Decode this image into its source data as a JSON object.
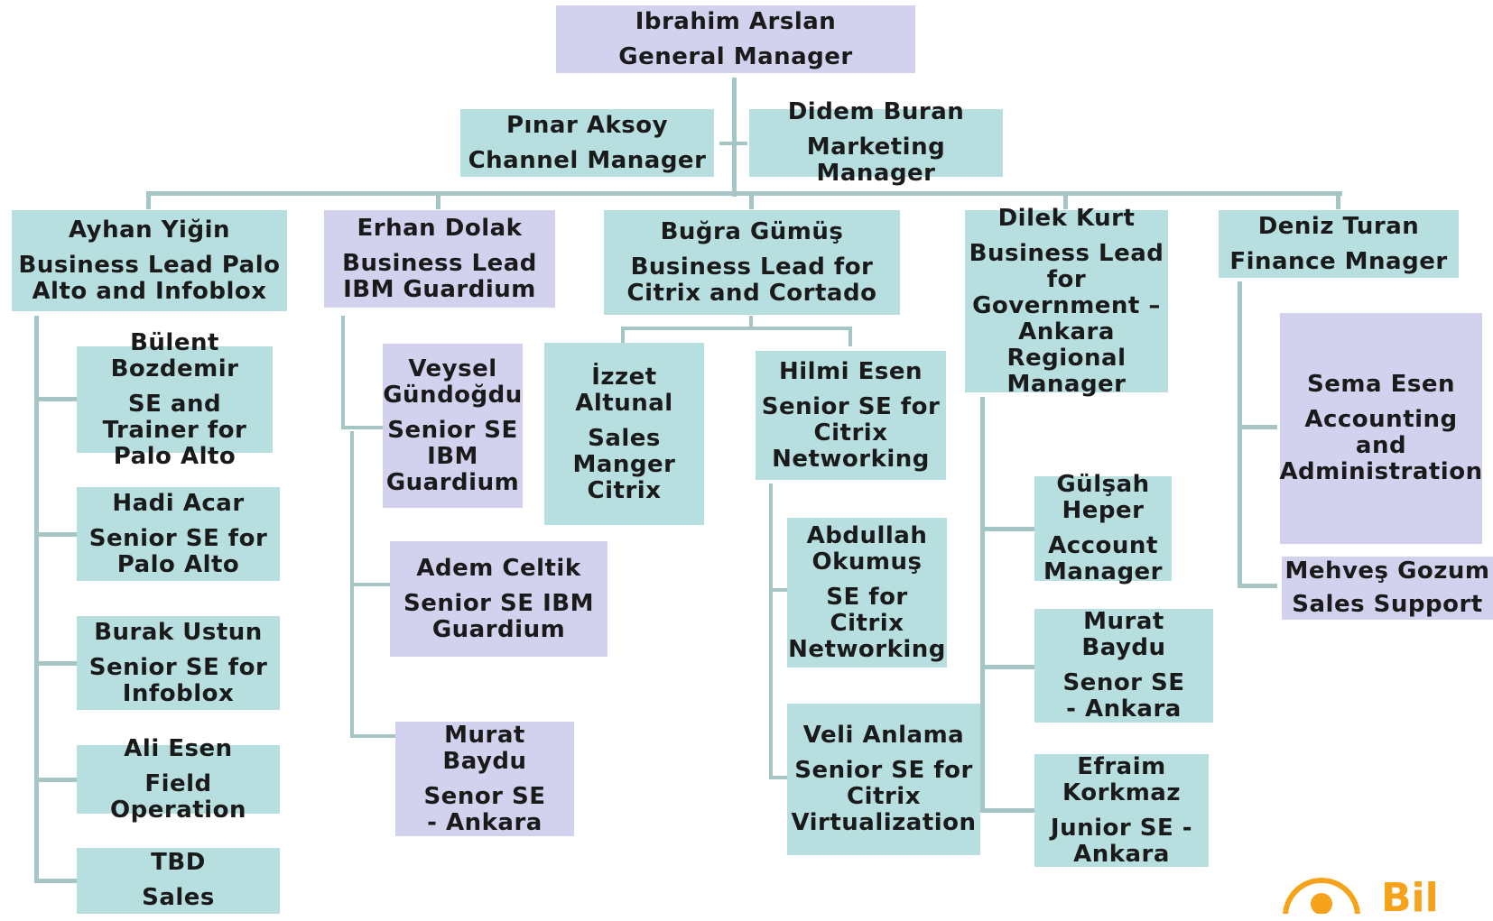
{
  "colors": {
    "teal_box": "#b7dfe0",
    "lavender_box": "#d2d2ef",
    "connector": "#a6c6c5",
    "logo_orange": "#f7a21b"
  },
  "gm": {
    "name": "Ibrahim Arslan",
    "title": "General Manager"
  },
  "pinar": {
    "name": "Pınar Aksoy",
    "title": "Channel Manager"
  },
  "didem": {
    "name": "Didem  Buran",
    "title": "Marketing Manager"
  },
  "ayhan": {
    "name": "Ayhan Yiğin",
    "title": "Business Lead Palo Alto and Infoblox"
  },
  "bulent": {
    "name": "Bülent Bozdemir",
    "title": "SE and Trainer for Palo Alto"
  },
  "hadi": {
    "name": "Hadi Acar",
    "title": "Senior SE for Palo Alto"
  },
  "burak": {
    "name": "Burak Ustun",
    "title": "Senior SE for Infoblox"
  },
  "ali": {
    "name": "Ali Esen",
    "title": "Field Operation"
  },
  "tbd": {
    "name": "TBD",
    "title": "Sales"
  },
  "erhan": {
    "name": "Erhan Dolak",
    "title": "Business Lead IBM Guardium"
  },
  "veysel": {
    "name": "Veysel Gündoğdu",
    "title": "Senior SE IBM Guardium"
  },
  "adem": {
    "name": "Adem Celtik",
    "title": "Senior SE IBM Guardium"
  },
  "murat1": {
    "name": "Murat Baydu",
    "title": "Senor SE - Ankara"
  },
  "bugra": {
    "name": "Buğra Gümüş",
    "title": "Business Lead for Citrix and Cortado"
  },
  "izzet": {
    "name": "İzzet Altunal",
    "title": "Sales Manger Citrix"
  },
  "hilmi": {
    "name": "Hilmi Esen",
    "title": "Senior SE for Citrix Networking"
  },
  "abdullah": {
    "name": "Abdullah Okumuş",
    "title": "SE for Citrix Networking"
  },
  "veli": {
    "name": "Veli Anlama",
    "title": "Senior SE for Citrix Virtualization"
  },
  "dilek": {
    "name": "Dilek Kurt",
    "title": "Business Lead for Government – Ankara Regional Manager"
  },
  "gulsah": {
    "name": "Gülşah Heper",
    "title": "Account Manager"
  },
  "murat2": {
    "name": "Murat Baydu",
    "title": "Senor SE - Ankara"
  },
  "efraim": {
    "name": "Efraim Korkmaz",
    "title": "Junior SE - Ankara"
  },
  "deniz": {
    "name": "Deniz Turan",
    "title": "Finance Mnager"
  },
  "sema": {
    "name": "Sema Esen",
    "title": "Accounting and Administration"
  },
  "mehves": {
    "name": "Mehveş Gozum",
    "title": "Sales Support"
  },
  "logo": {
    "icon": "person-icon",
    "text": "Bil"
  }
}
